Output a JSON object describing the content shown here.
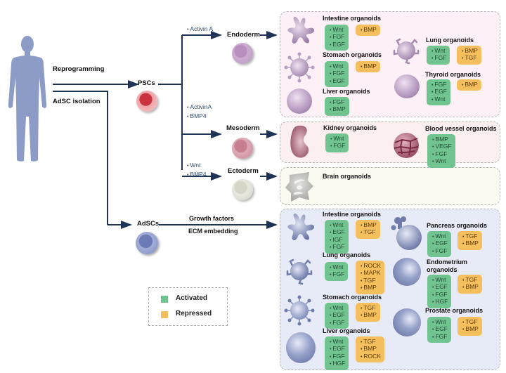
{
  "source": {
    "reprogramming_label": "Reprogramming",
    "isolation_label": "AdSC isolation"
  },
  "cells": {
    "pscs": "PSCs",
    "endoderm": "Endoderm",
    "mesoderm": "Mesoderm",
    "ectoderm": "Ectoderm",
    "adscs": "AdSCs"
  },
  "factors": {
    "endoderm": [
      "Activin A"
    ],
    "mesoderm": [
      "ActivinA",
      "BMP4"
    ],
    "ectoderm": [
      "Wnt",
      "BMP4"
    ],
    "adsc_line1": "Growth factors",
    "adsc_line2": "ECM embedding"
  },
  "colors": {
    "activated": "#71c48f",
    "repressed": "#f5bf5d",
    "arrow": "#1f3355",
    "endoderm_panel": "#fdf0f6",
    "mesoderm_panel": "#fbeff0",
    "ectoderm_panel": "#fbfaf0",
    "adsc_panel": "#e6ebf7"
  },
  "panels": {
    "endoderm": [
      {
        "title": "Intestine organoids",
        "activated": [
          "Wnt",
          "FGF",
          "EGF"
        ],
        "repressed": [
          "BMP"
        ]
      },
      {
        "title": "Stomach organoids",
        "activated": [
          "Wnt",
          "FGF",
          "EGF"
        ],
        "repressed": [
          "BMP"
        ]
      },
      {
        "title": "Liver organoids",
        "activated": [
          "FGF",
          "BMP"
        ],
        "repressed": []
      },
      {
        "title": "Lung organoids",
        "activated": [
          "Wnt",
          "FGF"
        ],
        "repressed": [
          "BMP",
          "TGF"
        ]
      },
      {
        "title": "Thyroid organoids",
        "activated": [
          "FGF",
          "EGF",
          "Wnt"
        ],
        "repressed": [
          "BMP"
        ]
      }
    ],
    "mesoderm": [
      {
        "title": "Kidney organoids",
        "activated": [
          "Wnt",
          "FGF"
        ],
        "repressed": []
      },
      {
        "title": "Blood vessel organoids",
        "activated": [
          "BMP",
          "VEGF",
          "FGF",
          "Wnt"
        ],
        "repressed": []
      }
    ],
    "ectoderm": [
      {
        "title": "Brain organoids",
        "activated": [],
        "repressed": []
      }
    ],
    "adsc": [
      {
        "title": "Intestine organoids",
        "activated": [
          "Wnt",
          "EGF",
          "IGF",
          "FGF"
        ],
        "repressed": [
          "BMP",
          "TGF"
        ]
      },
      {
        "title": "Lung organoids",
        "activated": [
          "Wnt",
          "FGF"
        ],
        "repressed": [
          "ROCK",
          "MAPK",
          "TGF",
          "BMP"
        ]
      },
      {
        "title": "Stomach organoids",
        "activated": [
          "Wnt",
          "EGF",
          "FGF"
        ],
        "repressed": [
          "TGF",
          "BMP"
        ]
      },
      {
        "title": "Liver organoids",
        "activated": [
          "Wnt",
          "EGF",
          "FGF",
          "HGF"
        ],
        "repressed": [
          "TGF",
          "BMP",
          "ROCK"
        ]
      },
      {
        "title": "Pancreas organoids",
        "activated": [
          "Wnt",
          "EGF",
          "FGF"
        ],
        "repressed": [
          "TGF",
          "BMP"
        ]
      },
      {
        "title": "Endometrium organoids",
        "activated": [
          "Wnt",
          "EGF",
          "FGF",
          "HGF"
        ],
        "repressed": [
          "TGF",
          "BMP"
        ]
      },
      {
        "title": "Prostate organoids",
        "activated": [
          "Wnt",
          "EGF",
          "FGF"
        ],
        "repressed": [
          "TGF",
          "BMP"
        ]
      }
    ]
  },
  "legend": {
    "activated": "Activated",
    "repressed": "Repressed"
  }
}
